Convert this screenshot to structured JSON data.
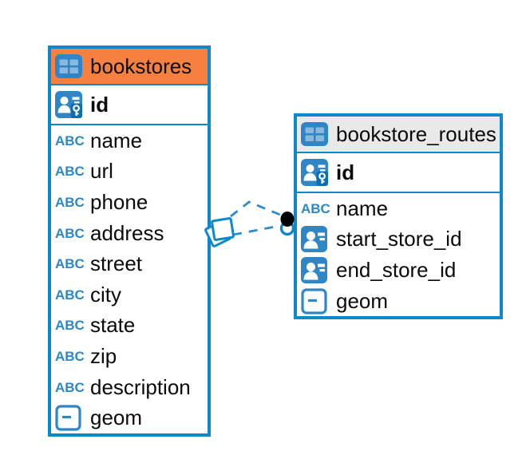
{
  "diagram": {
    "background": "#ffffff",
    "accent_blue": "#0f88ca",
    "icon_blue": "#2f86c7"
  },
  "icons": {
    "text_type_label": "ABC",
    "table_icon": "table-grid-icon",
    "primary_key_icon": "id-card-key-icon",
    "reference_icon": "id-card-icon",
    "geometry_icon": "box-dash-icon"
  },
  "tables": [
    {
      "name": "bookstores",
      "header_color": "#f6803f",
      "primary_key": {
        "name": "id",
        "type": "pk"
      },
      "columns": [
        {
          "name": "name",
          "type": "text"
        },
        {
          "name": "url",
          "type": "text"
        },
        {
          "name": "phone",
          "type": "text"
        },
        {
          "name": "address",
          "type": "text"
        },
        {
          "name": "street",
          "type": "text"
        },
        {
          "name": "city",
          "type": "text"
        },
        {
          "name": "state",
          "type": "text"
        },
        {
          "name": "zip",
          "type": "text"
        },
        {
          "name": "description",
          "type": "text"
        },
        {
          "name": "geom",
          "type": "geometry"
        }
      ]
    },
    {
      "name": "bookstore_routes",
      "header_color": "#e9e9e9",
      "primary_key": {
        "name": "id",
        "type": "pk"
      },
      "columns": [
        {
          "name": "name",
          "type": "text"
        },
        {
          "name": "start_store_id",
          "type": "ref"
        },
        {
          "name": "end_store_id",
          "type": "ref"
        },
        {
          "name": "geom",
          "type": "geometry"
        }
      ]
    }
  ],
  "relationship": {
    "from_table": "bookstores",
    "to_table": "bookstore_routes",
    "line_count": 2,
    "line_style": "dashed"
  }
}
